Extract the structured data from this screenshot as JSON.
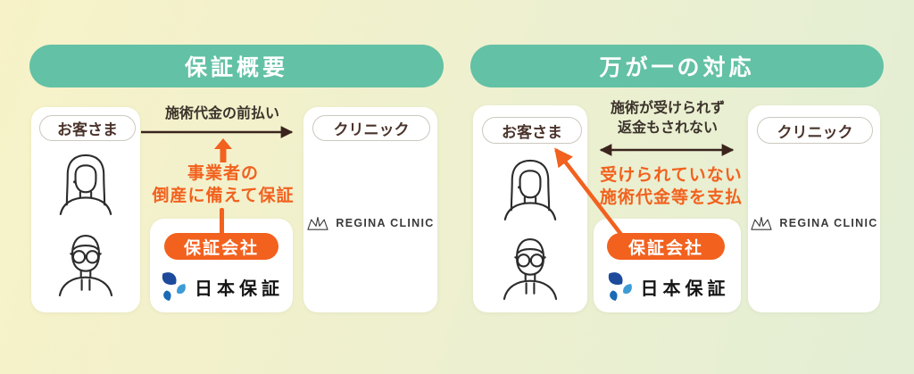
{
  "colors": {
    "header_teal": "#63c1a5",
    "accent_orange": "#f2611e",
    "arrow_dark": "#3a241c",
    "background_left": "#f7f2c8",
    "background_right": "#e3eed4",
    "guarantor_logo_blue_dark": "#1d4a9b",
    "guarantor_logo_blue_light": "#3e9bd5",
    "guarantor_logo_blue_mid": "#1a6ab5"
  },
  "icons": {
    "customer_top": "woman-avatar-icon",
    "customer_bottom": "man-glasses-avatar-icon",
    "guarantor_logo": "nihon-hosho-pinwheel-icon",
    "clinic_logo": "regina-crown-icon",
    "flow_arrow_left": "right-arrow-icon",
    "flow_arrow_right": "double-headed-arrow-icon",
    "guarantee_arrow": "up-arrow-icon",
    "payout_arrow": "diagonal-up-left-arrow-icon"
  },
  "panels": [
    {
      "title": "保証概要",
      "customer_label": "お客さま",
      "clinic_label": "クリニック",
      "flow_label": "施術代金の前払い",
      "note_line1": "事業者の",
      "note_line2": "倒産に備えて保証",
      "guarantor_label": "保証会社",
      "guarantor_name": "日本保証",
      "clinic_name": "REGINA CLINIC"
    },
    {
      "title": "万が一の対応",
      "customer_label": "お客さま",
      "clinic_label": "クリニック",
      "flow_label_line1": "施術が受けられず",
      "flow_label_line2": "返金もされない",
      "note_line1": "受けられていない",
      "note_line2": "施術代金等を支払",
      "guarantor_label": "保証会社",
      "guarantor_name": "日本保証",
      "clinic_name": "REGINA CLINIC"
    }
  ]
}
